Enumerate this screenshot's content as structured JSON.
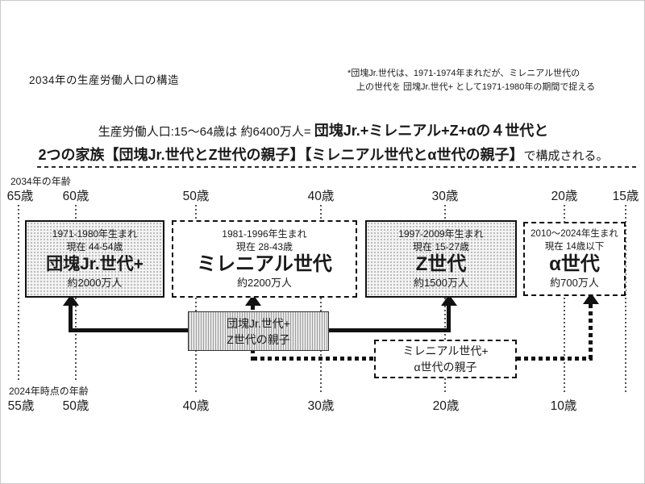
{
  "title": "2034年の生産労働人口の構造",
  "note": {
    "line1": "*団塊Jr.世代は、1971-1974年まれだが、ミレニアル世代の",
    "line2": "上の世代を 団塊Jr.世代+ として1971-1980年の期間で捉える"
  },
  "headline": {
    "line1_regular": "生産労働人口:15〜64歳は 約6400万人= ",
    "line1_bold": "団塊Jr.+ミレニアル+Z+αの４世代と",
    "line2_bold": "2つの家族【団塊Jr.世代とZ世代の親子】【ミレニアル世代とα世代の親子】",
    "line2_regular": "で構成される。"
  },
  "top_axis": {
    "label": "2034年の年齢",
    "ticks": [
      "65歳",
      "60歳",
      "50歳",
      "40歳",
      "30歳",
      "20歳",
      "15歳"
    ]
  },
  "bottom_axis": {
    "label": "2024年時点の年齢",
    "ticks": [
      "55歳",
      "50歳",
      "40歳",
      "30歳",
      "20歳",
      "10歳"
    ]
  },
  "generations": [
    {
      "born": "1971-1980年生まれ",
      "age": "現在 44-54歳",
      "name": "団塊Jr.世代+",
      "population": "約2000万人",
      "box_style": "solid-shaded"
    },
    {
      "born": "1981-1996年生まれ",
      "age": "現在 28-43歳",
      "name": "ミレニアル世代",
      "population": "約2200万人",
      "box_style": "dashed-white"
    },
    {
      "born": "1997-2009年生まれ",
      "age": "現在 15-27歳",
      "name": "Z世代",
      "population": "約1500万人",
      "box_style": "solid-shaded"
    },
    {
      "born": "2010〜2024年生まれ",
      "age": "現在 14歳以下",
      "name": "α世代",
      "population": "約700万人",
      "box_style": "dashed-white"
    }
  ],
  "families": [
    {
      "line1": "団塊Jr.世代+",
      "line2": "Z世代の親子",
      "box_style": "shaded",
      "connector": "solid-arrows"
    },
    {
      "line1": "ミレニアル世代+",
      "line2": "α世代の親子",
      "box_style": "dashed",
      "connector": "dotted-arrows"
    }
  ],
  "colors": {
    "ink": "#1a1a1a",
    "shade_bg": "#f3f3f3",
    "shade_dot": "#a9a9a9",
    "hatch": "#9e9e9e"
  }
}
